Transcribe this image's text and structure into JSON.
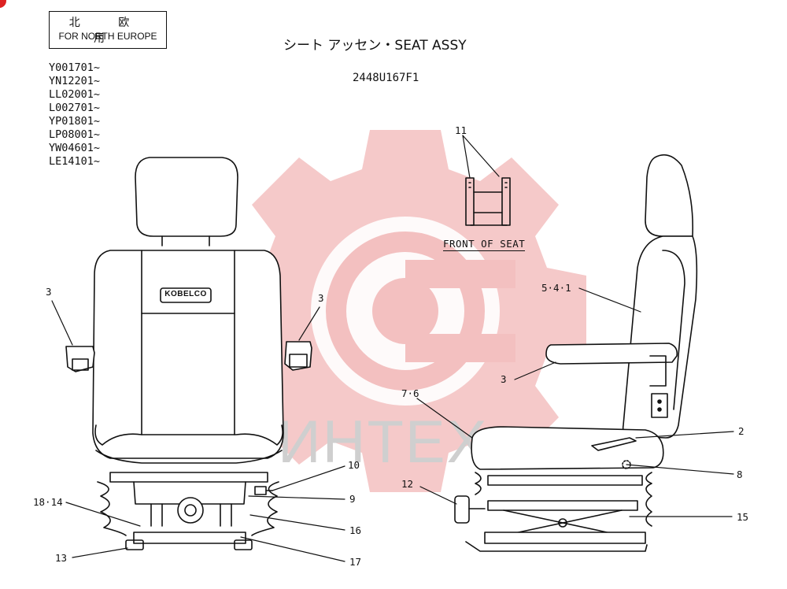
{
  "region_box": {
    "jp": "北 欧 用",
    "en": "FOR NORTH EUROPE"
  },
  "title": "シート アッセン・SEAT ASSY",
  "part_number": "2448U167F1",
  "serial_numbers": [
    "Y001701~",
    "YN12201~",
    "LL02001~",
    "L002701~",
    "YP01801~",
    "LP08001~",
    "YW04601~",
    "LE14101~"
  ],
  "back_brand": "KOBELCO",
  "front_of_seat_label": "FRONT OF SEAT",
  "watermark_text": "ИНТЕХ",
  "callouts": {
    "c11": "11",
    "c3_left": "3",
    "c3_back_right": "3",
    "c10": "10",
    "c9": "9",
    "c18_14": "18·14",
    "c16": "16",
    "c13": "13",
    "c17": "17",
    "c5_4_1": "5·4·1",
    "c3_side": "3",
    "c7_6": "7·6",
    "c2": "2",
    "c8": "8",
    "c12": "12",
    "c15": "15"
  },
  "colors": {
    "line": "#111111",
    "watermark": "#f2b8b8",
    "watermark_text": "#cfcfcf",
    "corner_mark": "#dd2222"
  }
}
